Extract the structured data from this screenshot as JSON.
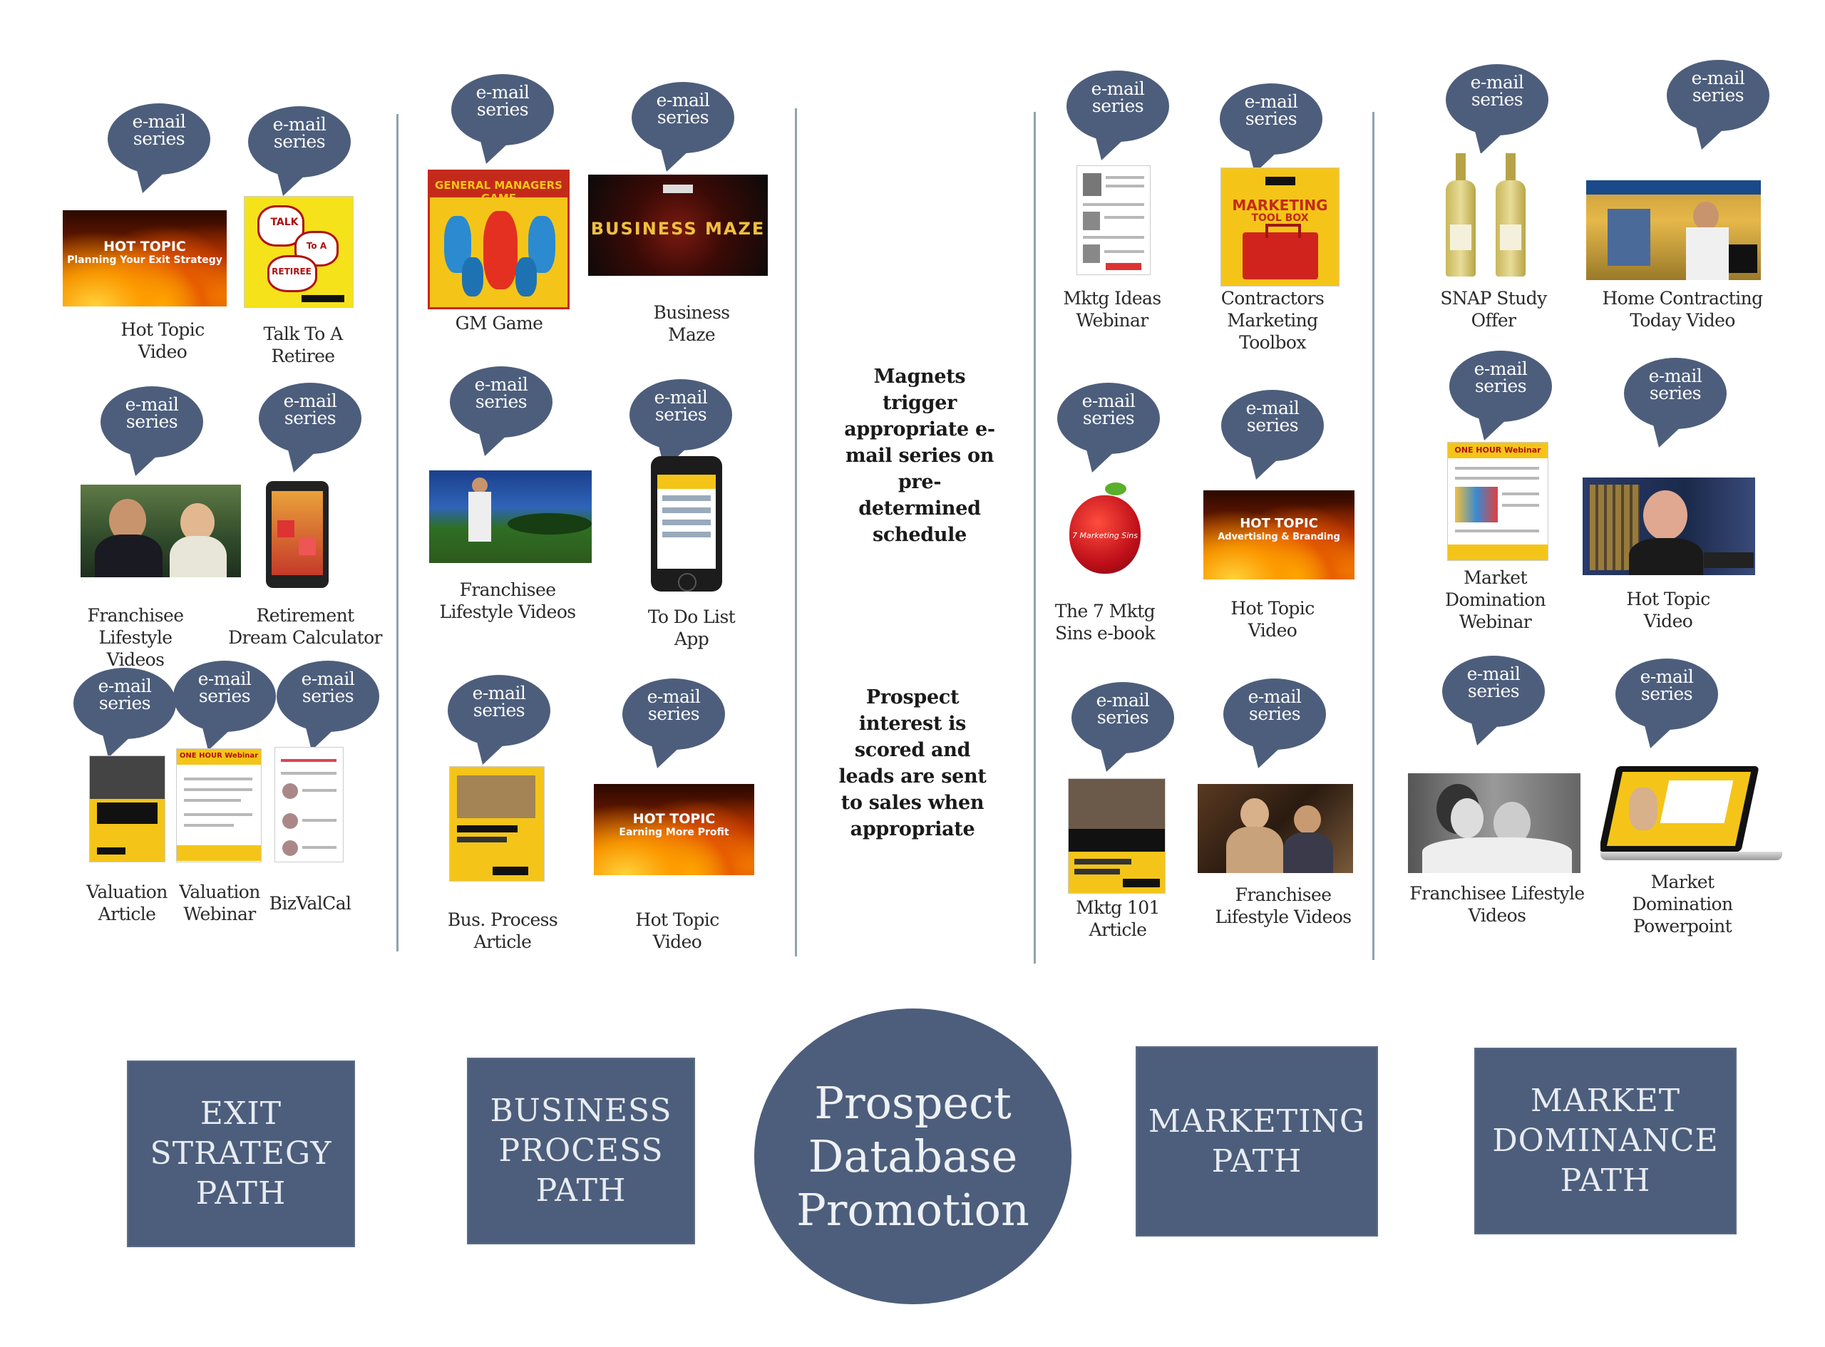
{
  "bubble_text": "e-mail series",
  "colors": {
    "navy": "#4d5e7c",
    "divider": "#8fa4ab"
  },
  "paths": {
    "exit": "EXIT STRATEGY PATH",
    "business": "BUSINESS PROCESS PATH",
    "marketing": "MARKETING PATH",
    "dominance": "MARKET DOMINANCE PATH"
  },
  "center": {
    "line1": "Prospect",
    "line2": "Database",
    "line3": "Promotion"
  },
  "notes": {
    "magnets": "Magnets trigger appropriate e-mail series on pre-determined schedule",
    "prospect": "Prospect interest is scored and leads are sent to sales when appropriate"
  },
  "thumb_text": {
    "hot_topic": "HOT TOPIC",
    "hot_topic_1_sub": "Planning Your Exit Strategy",
    "hot_topic_2_sub": "Advertising & Branding",
    "hot_topic_3_sub": "Earning More Profit",
    "talk": "TALK",
    "to_a": "To A",
    "retiree_word": "RETIREE",
    "gm_game": "GENERAL MANAGERS GAME",
    "business_maze": "BUSINESS MAZE",
    "marketing_toolbox": "MARKETING",
    "marketing_toolbox_sub": "TOOL BOX",
    "seven_sins": "7 Marketing Sins",
    "one_hour_webinar": "ONE HOUR Webinar"
  },
  "captions": {
    "hot_topic_video": "Hot Topic Video",
    "talk_to_retiree": "Talk To A Retiree",
    "gm_game": "GM Game",
    "business_maze": "Business Maze",
    "mktg_ideas": "Mktg Ideas Webinar",
    "contractors": "Contractors Marketing Toolbox",
    "snap": "SNAP Study Offer",
    "home_contracting": "Home Contracting Today Video",
    "franchisee_lifestyle": "Franchisee Lifestyle Videos",
    "retirement_calc": "Retirement Dream Calculator",
    "todo_app": "To Do List App",
    "seven_sins": "The 7 Mktg Sins e-book",
    "market_dom_webinar": "Market Domination Webinar",
    "valuation_article": "Valuation Article",
    "valuation_webinar": "Valuation Webinar",
    "bizvalcal": "BizValCal",
    "bus_process_article": "Bus. Process Article",
    "mktg101": "Mktg 101 Article",
    "market_dom_ppt": "Market Domination Powerpoint"
  }
}
